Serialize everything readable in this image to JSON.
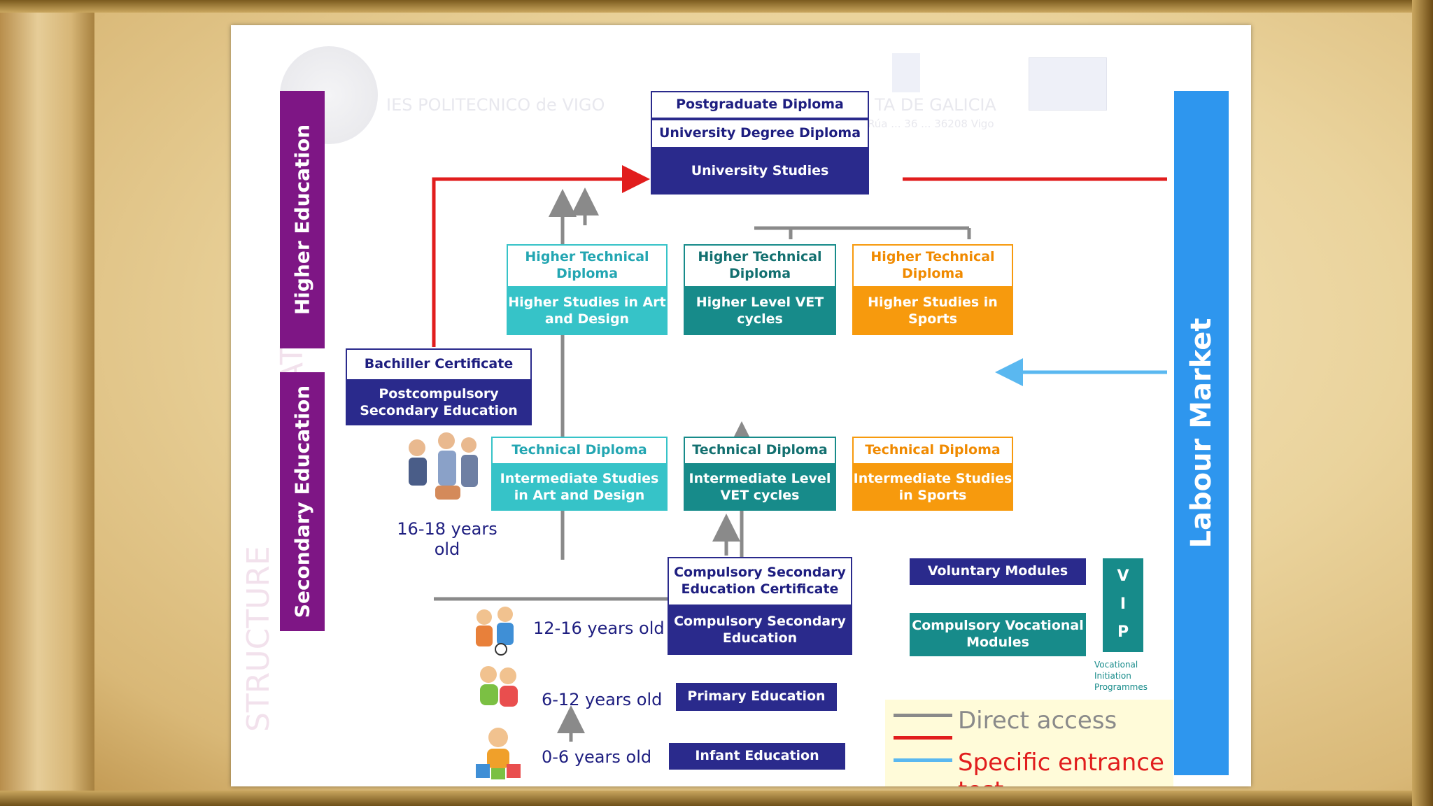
{
  "sidebar": {
    "higher": "Higher Education",
    "secondary": "Secondary Education"
  },
  "labour_market": "Labour Market",
  "university": {
    "postgraduate": "Postgraduate Diploma",
    "degree": "University Degree Diploma",
    "studies": "University Studies"
  },
  "higher": {
    "art": {
      "header": "Higher Technical Diploma",
      "body": "Higher Studies in Art and Design"
    },
    "vet": {
      "header": "Higher Technical Diploma",
      "body": "Higher Level VET cycles"
    },
    "sports": {
      "header": "Higher Technical Diploma",
      "body": "Higher Studies in Sports"
    }
  },
  "bachiller": {
    "certificate": "Bachiller Certificate",
    "education": "Postcompulsory Secondary Education"
  },
  "intermediate": {
    "art": {
      "header": "Technical Diploma",
      "body": "Intermediate Studies in Art and Design"
    },
    "vet": {
      "header": "Technical Diploma",
      "body": "Intermediate Level VET cycles"
    },
    "sports": {
      "header": "Technical Diploma",
      "body": "Intermediate Studies in Sports"
    }
  },
  "compulsory": {
    "certificate": "Compulsory Secondary Education Certificate",
    "education": "Compulsory Secondary Education"
  },
  "modules": {
    "voluntary": "Voluntary Modules",
    "vocational": "Compulsory Vocational Modules"
  },
  "vip": {
    "letters": [
      "V",
      "I",
      "P"
    ],
    "note": "Vocational Initiation Programmes"
  },
  "primary": "Primary Education",
  "infant": "Infant Education",
  "ages": {
    "a16_18": "16-18 years old",
    "a12_16": "12-16 years old",
    "a6_12": "6-12 years old",
    "a0_6": "0-6 years old"
  },
  "legend": {
    "direct": "Direct access",
    "specific": "Specific entrance test"
  },
  "watermark": {
    "school": "IES POLITECNICO de VIGO",
    "region": "TA DE GALICIA",
    "address": "Rúa ... 36 ... 36208 Vigo",
    "side": "STRUCTURE",
    "side2": "ATI"
  },
  "colors": {
    "direct": "#e11d1d",
    "path": "#8a8a8a",
    "specific": "#5ab8f0"
  }
}
